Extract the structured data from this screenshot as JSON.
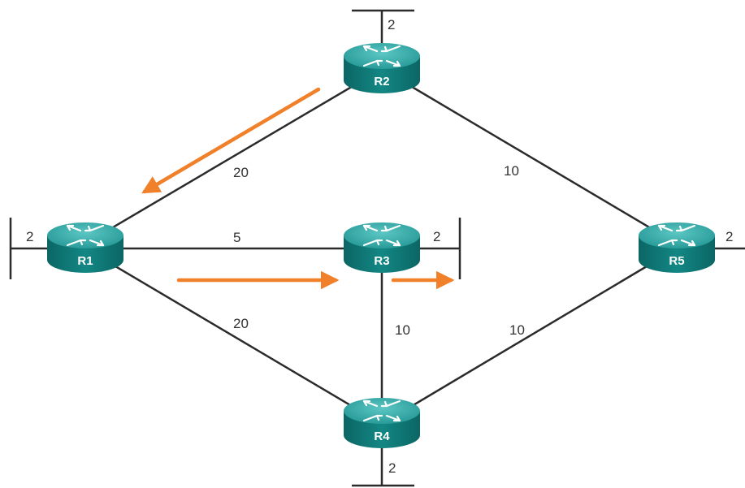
{
  "colors": {
    "link": "#2b2b2b",
    "arrow": "#f0812a",
    "router_top": "#3fb2b2",
    "router_side": "#0e7a78",
    "router_label": "#ffffff"
  },
  "routers": {
    "r1": {
      "name": "R1",
      "lan_cost": "2"
    },
    "r2": {
      "name": "R2",
      "lan_cost": "2"
    },
    "r3": {
      "name": "R3",
      "lan_cost": "2"
    },
    "r4": {
      "name": "R4",
      "lan_cost": "2"
    },
    "r5": {
      "name": "R5",
      "lan_cost": "2"
    }
  },
  "links": {
    "r1_r2": "20",
    "r1_r3": "5",
    "r1_r4": "20",
    "r2_r5": "10",
    "r3_r4": "10",
    "r4_r5": "10"
  },
  "path_arrows": [
    "R2 to R1",
    "R1 to R3",
    "R3 to LAN"
  ]
}
